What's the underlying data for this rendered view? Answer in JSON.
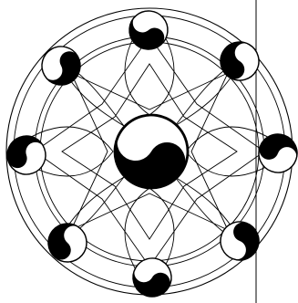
{
  "figure": {
    "ink_color": "#000000",
    "paper_color": "#ffffff",
    "central_symbol": "yin-yang",
    "outer_symbols": [
      {
        "symbol": "yin-yang",
        "position": "top"
      },
      {
        "symbol": "yin-yang",
        "position": "top-right"
      },
      {
        "symbol": "yin-yang",
        "position": "right"
      },
      {
        "symbol": "yin-yang",
        "position": "bottom-right"
      },
      {
        "symbol": "yin-yang",
        "position": "bottom"
      },
      {
        "symbol": "yin-yang",
        "position": "bottom-left"
      },
      {
        "symbol": "yin-yang",
        "position": "left"
      },
      {
        "symbol": "yin-yang",
        "position": "top-left"
      }
    ],
    "concentric_rings": 4,
    "has_vertical_edge_line": true
  }
}
